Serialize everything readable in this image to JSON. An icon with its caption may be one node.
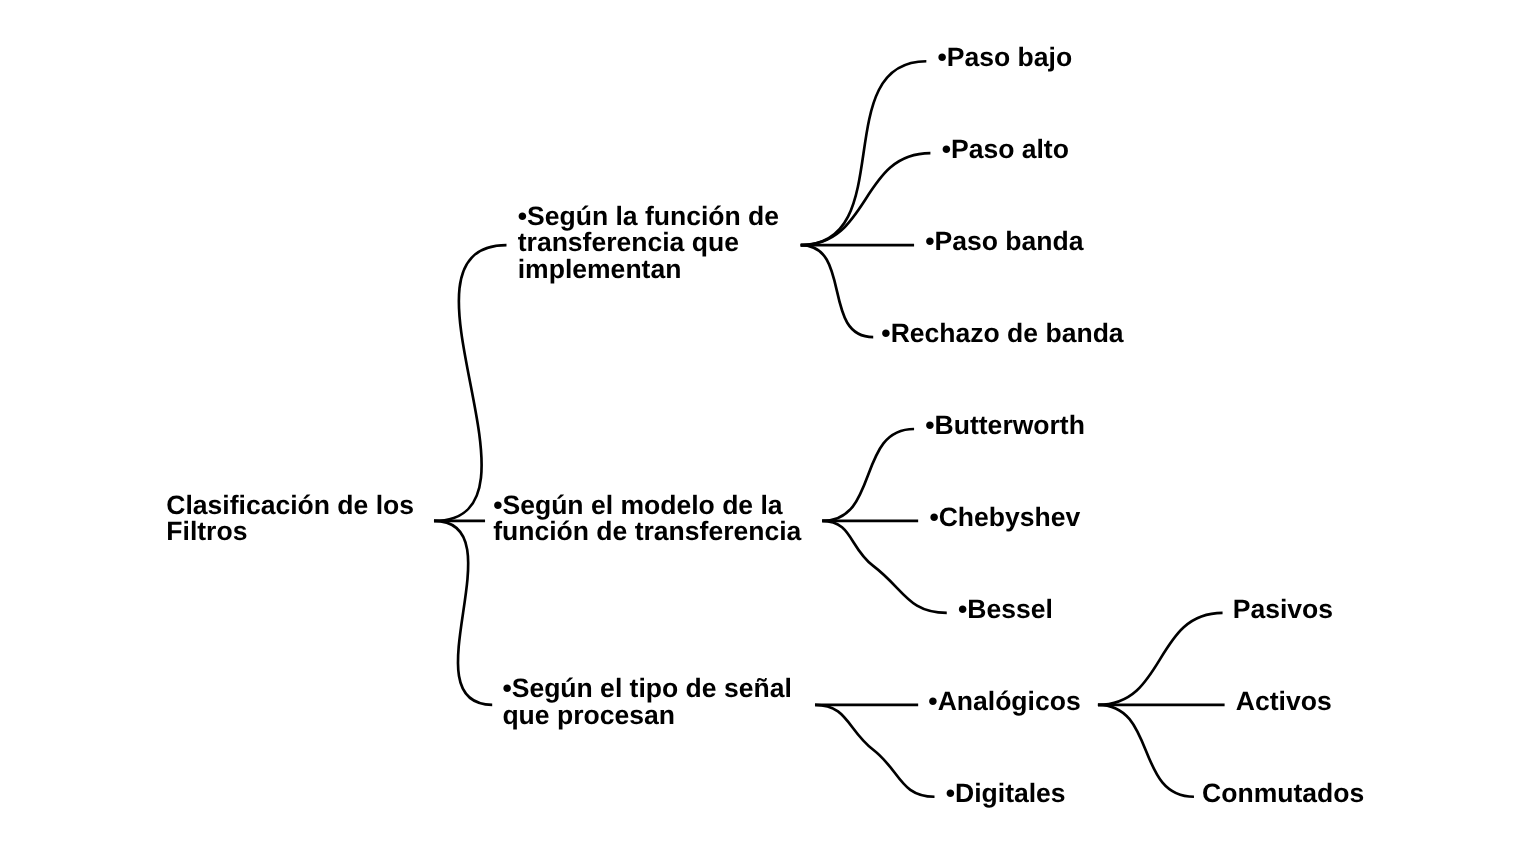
{
  "diagram": {
    "nodes": [
      {
        "text": [
          "Clasificación de los Filtros"
        ]
      },
      {
        "text": [
          "•Según la función de transferencia que implementan"
        ]
      },
      {
        "text": [
          "•Paso bajo"
        ]
      },
      {
        "text": [
          "•Paso alto"
        ]
      },
      {
        "text": [
          "•Paso banda"
        ]
      },
      {
        "text": [
          "•Rechazo de banda"
        ]
      },
      {
        "text": [
          "•Según el modelo de la función de transferencia"
        ]
      },
      {
        "text": [
          "•Butterworth"
        ]
      },
      {
        "text": [
          "•Chebyshev"
        ]
      },
      {
        "text": [
          "•Bessel"
        ]
      },
      {
        "text": [
          "•Según el tipo de señal que procesan"
        ]
      },
      {
        "text": [
          "•Analógicos"
        ]
      },
      {
        "text": [
          "Pasivos"
        ]
      },
      {
        "text": [
          "Activos"
        ]
      },
      {
        "text": [
          "Conmutados"
        ]
      },
      {
        "text": [
          "•Digitales"
        ]
      }
    ],
    "edges": [
      {
        "from": 0,
        "to": 1,
        "arrow": "none"
      },
      {
        "from": 0,
        "to": 6,
        "arrow": "none"
      },
      {
        "from": 0,
        "to": 10,
        "arrow": "none"
      },
      {
        "from": 1,
        "to": 2,
        "arrow": "none"
      },
      {
        "from": 1,
        "to": 3,
        "arrow": "none"
      },
      {
        "from": 1,
        "to": 4,
        "arrow": "none"
      },
      {
        "from": 1,
        "to": 5,
        "arrow": "none"
      },
      {
        "from": 6,
        "to": 7,
        "arrow": "none"
      },
      {
        "from": 6,
        "to": 8,
        "arrow": "none"
      },
      {
        "from": 6,
        "to": 9,
        "arrow": "none"
      },
      {
        "from": 10,
        "to": 11,
        "arrow": "none"
      },
      {
        "from": 10,
        "to": 15,
        "arrow": "none"
      },
      {
        "from": 11,
        "to": 12,
        "arrow": "none"
      },
      {
        "from": 11,
        "to": 13,
        "arrow": "none"
      },
      {
        "from": 11,
        "to": 14,
        "arrow": "none"
      }
    ]
  }
}
